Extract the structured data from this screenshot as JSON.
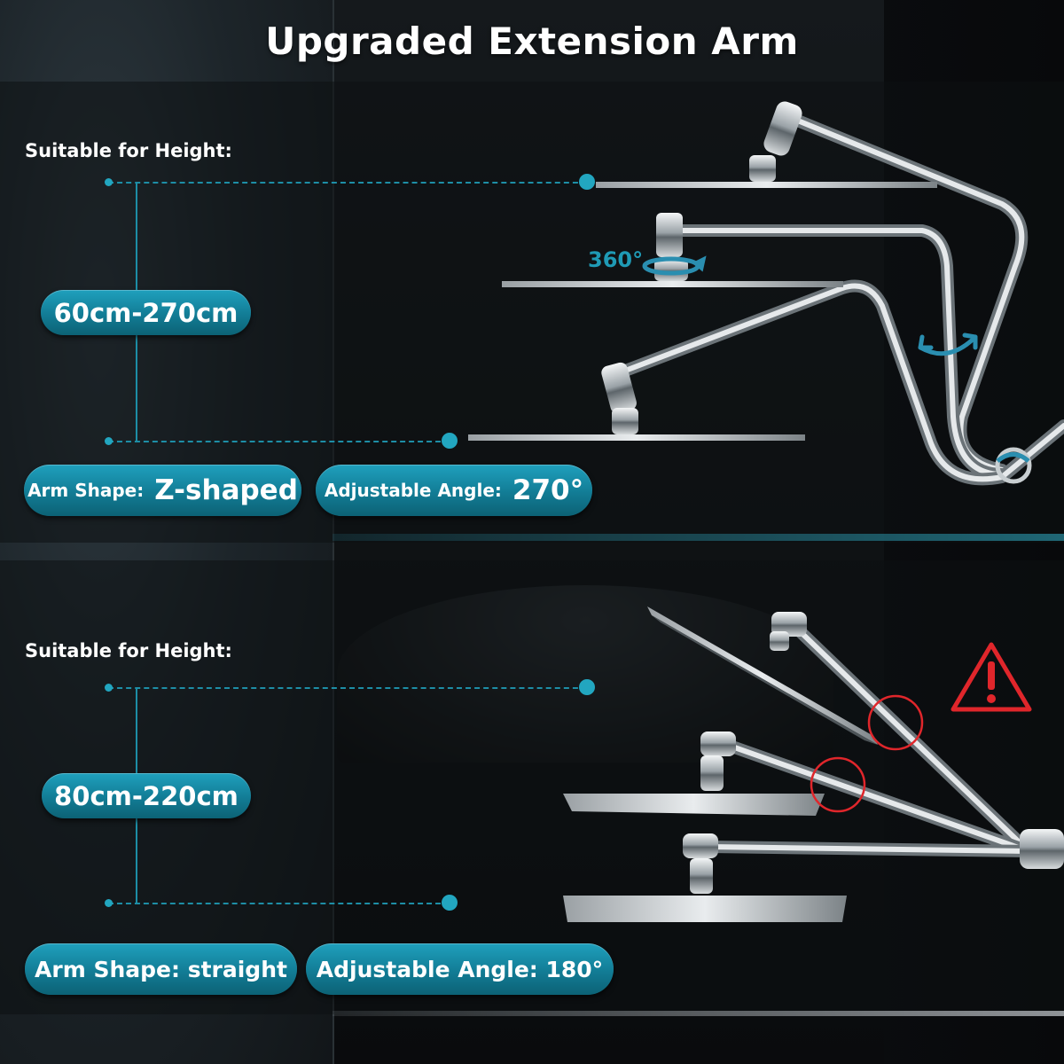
{
  "title": "Upgraded Extension Arm",
  "top": {
    "height_label": "Suitable for Height:",
    "height_range": "60cm-270cm",
    "arm_shape_label": "Arm Shape:",
    "arm_shape_value": "Z-shaped",
    "angle_label": "Adjustable Angle:",
    "angle_value": "270°",
    "rotation_label": "360°"
  },
  "bottom": {
    "height_label": "Suitable for Height:",
    "height_range": "80cm-220cm",
    "arm_shape": "Arm Shape: straight",
    "angle": "Adjustable Angle: 180°"
  },
  "colors": {
    "accent": "#1a8ea8",
    "warning": "#e0262b",
    "text": "#ffffff"
  },
  "icons": [
    "rotate-arrow-icon",
    "pivot-arrow-icon",
    "warning-icon",
    "highlight-circle-icon"
  ]
}
